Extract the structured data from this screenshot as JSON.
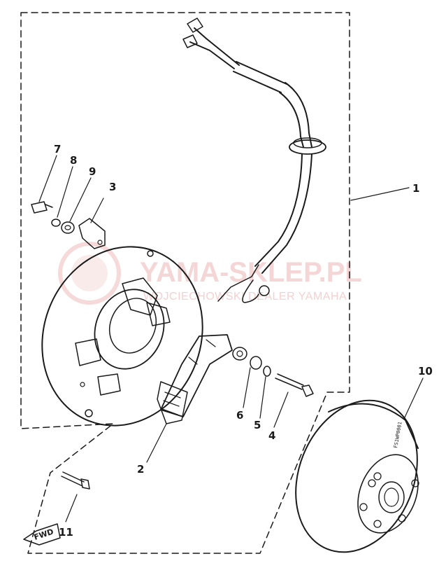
{
  "watermark": {
    "main": "YAMA-SKLEP.PL",
    "sub": "WOJCIECHOWSKI DEALER YAMAHA",
    "color": "#e88a8a"
  },
  "fwd_label": "FWD",
  "rotor_marking": "FS1WP0001",
  "callouts": [
    {
      "id": "1",
      "label": "1"
    },
    {
      "id": "2",
      "label": "2"
    },
    {
      "id": "3",
      "label": "3"
    },
    {
      "id": "4",
      "label": "4"
    },
    {
      "id": "5",
      "label": "5"
    },
    {
      "id": "6",
      "label": "6"
    },
    {
      "id": "7",
      "label": "7"
    },
    {
      "id": "8",
      "label": "8"
    },
    {
      "id": "9",
      "label": "9"
    },
    {
      "id": "10",
      "label": "10"
    },
    {
      "id": "11",
      "label": "11"
    }
  ]
}
